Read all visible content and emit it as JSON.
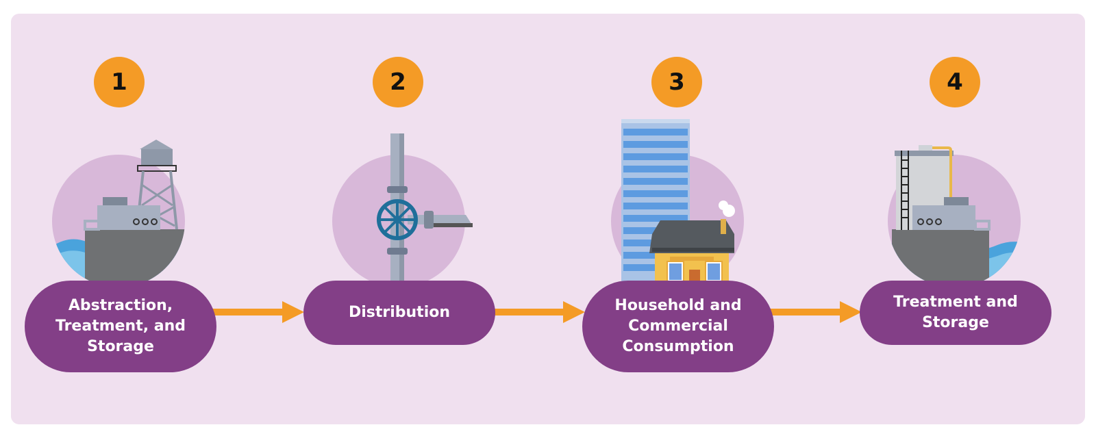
{
  "steps": [
    {
      "number": "1",
      "label": "Abstraction,\nTreatment, and\nStorage",
      "icon": "water-plant-icon"
    },
    {
      "number": "2",
      "label": "Distribution",
      "icon": "pipe-valve-icon"
    },
    {
      "number": "3",
      "label": "Household and\nCommercial\nConsumption",
      "icon": "buildings-icon"
    },
    {
      "number": "4",
      "label": "Treatment and\nStorage",
      "icon": "storage-tank-icon"
    }
  ],
  "colors": {
    "background": "#f0e0ef",
    "badge": "#f49b26",
    "pill": "#833f87",
    "circle": "#d8b8d9",
    "arrow": "#f49b26"
  }
}
